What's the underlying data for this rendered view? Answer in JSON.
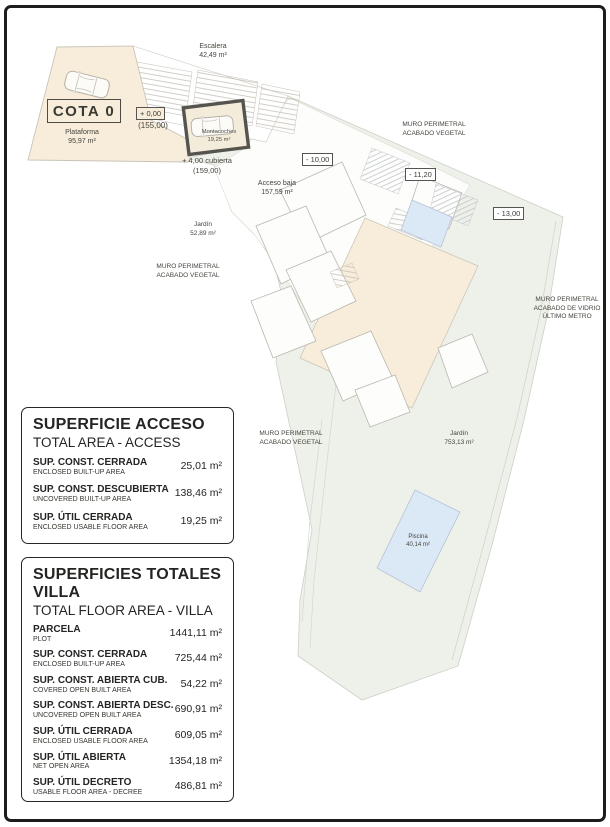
{
  "plan": {
    "escalera": {
      "name": "Escalera",
      "area": "42,49 m²"
    },
    "cota": "COTA 0",
    "plataforma": {
      "name": "Plataforma",
      "area": "95,97 m²"
    },
    "montacoches": {
      "name": "Montacoches",
      "area": "19,25 m²"
    },
    "acceso_baja": {
      "name": "Acceso baja",
      "area": "157,59 m²"
    },
    "jardin_acceso": {
      "name": "Jardín",
      "area": "52,89 m²"
    },
    "jardin_villa": {
      "name": "Jardín",
      "area": "753,13 m²"
    },
    "piscina": {
      "name": "Piscina",
      "area": "40,14 m²"
    },
    "levels": {
      "l0": "+ 0,00",
      "l0_ref": "(155,00)",
      "l4": "+ 4,00 cubierta",
      "l4_ref": "(159,00)",
      "m10": "- 10,00",
      "m11": "- 11,20",
      "m13": "- 13,00"
    },
    "muros": {
      "top": [
        "MURO PERIMETRAL",
        "ACABADO VEGETAL"
      ],
      "left": [
        "MURO PERIMETRAL",
        "ACABADO VEGETAL"
      ],
      "center": [
        "MURO PERIMETRAL",
        "ACABADO VEGETAL"
      ],
      "right": [
        "MURO PERIMETRAL",
        "ACABADO DE VIDRIO",
        "ÚLTIMO METRO"
      ]
    },
    "colors": {
      "platform_beige": "#f8edda",
      "garden_green": "#edf1ea",
      "pool_blue": "#dbe8f6",
      "frame_black": "#1d1d1b",
      "line_gray": "#c8c4bb"
    }
  },
  "tables": [
    {
      "title": "SUPERFICIE ACCESO",
      "subtitle": "TOTAL AREA - ACCESS",
      "rows": [
        {
          "label": "SUP. CONST. CERRADA",
          "sublabel": "ENCLOSED BUILT-UP AREA",
          "value": "25,01 m²"
        },
        {
          "label": "SUP. CONST. DESCUBIERTA",
          "sublabel": "UNCOVERED BUILT-UP AREA",
          "value": "138,46 m²"
        },
        {
          "label": "SUP. ÚTIL CERRADA",
          "sublabel": "ENCLOSED USABLE FLOOR AREA",
          "value": "19,25 m²"
        }
      ]
    },
    {
      "title": "SUPERFICIES TOTALES VILLA",
      "subtitle": "TOTAL FLOOR AREA - VILLA",
      "rows": [
        {
          "label": "PARCELA",
          "sublabel": "PLOT",
          "value": "1441,11 m²"
        },
        {
          "label": "SUP. CONST. CERRADA",
          "sublabel": "ENCLOSED BUILT-UP AREA",
          "value": "725,44 m²"
        },
        {
          "label": "SUP. CONST. ABIERTA CUB.",
          "sublabel": "COVERED OPEN BUILT AREA",
          "value": "54,22 m²"
        },
        {
          "label": "SUP. CONST. ABIERTA DESC.",
          "sublabel": "UNCOVERED OPEN BUILT AREA",
          "value": "690,91 m²"
        },
        {
          "label": "SUP. ÚTIL CERRADA",
          "sublabel": "ENCLOSED USABLE FLOOR AREA",
          "value": "609,05 m²"
        },
        {
          "label": "SUP. ÚTIL ABIERTA",
          "sublabel": "NET OPEN AREA",
          "value": "1354,18 m²"
        },
        {
          "label": "SUP. ÚTIL DECRETO",
          "sublabel": "USABLE FLOOR AREA - DECREE",
          "value": "486,81 m²"
        }
      ]
    }
  ]
}
